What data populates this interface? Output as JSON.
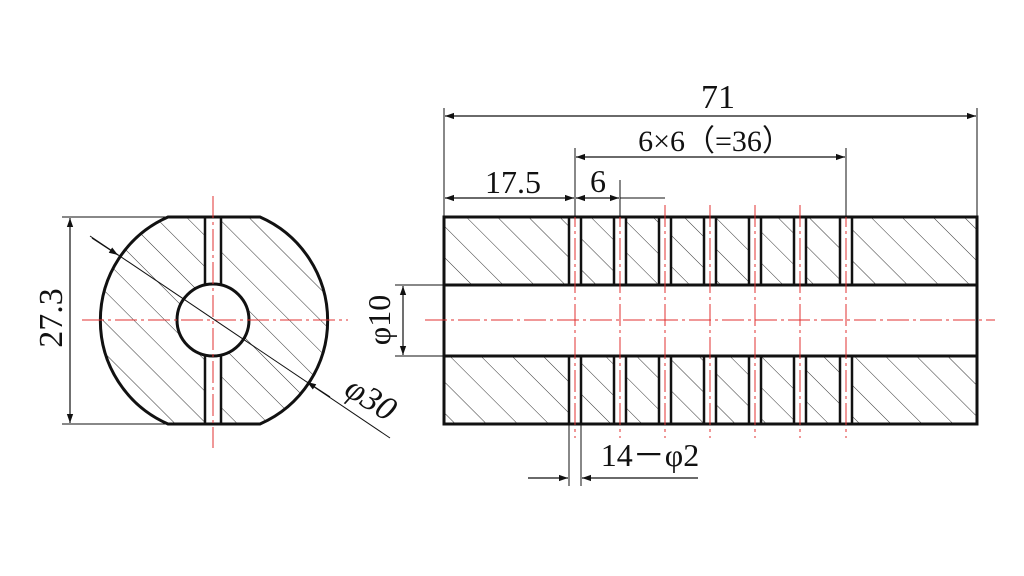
{
  "drawing": {
    "colors": {
      "outline": "#111111",
      "hatch": "#333333",
      "centerline": "#e03030",
      "background": "#ffffff"
    },
    "end_view": {
      "height_label": "27.3",
      "diameter_label": "φ30"
    },
    "side_view": {
      "overall_length_label": "71",
      "pitch_label": "6×6（=36）",
      "offset_label": "17.5",
      "spacing_label": "6",
      "bore_label": "φ10",
      "holes_label": "14－φ2"
    }
  }
}
